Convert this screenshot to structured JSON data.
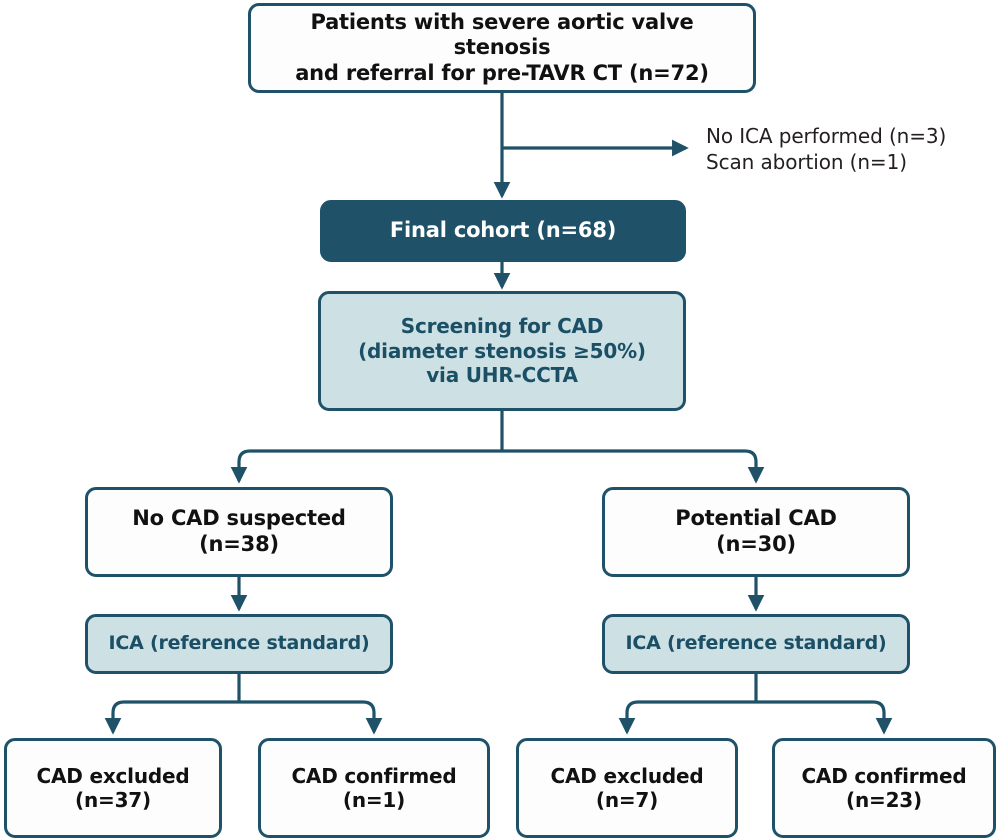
{
  "diagram": {
    "title": "Patient flow diagram for pre-TAVR CT CAD screening study",
    "colors": {
      "stroke": "#1f5268",
      "dark_fill": "#1f5268",
      "light_fill": "#cde0e4",
      "white_fill": "#fdfdfd",
      "dark_text": "#1b4f65",
      "black_text": "#111111",
      "white_text": "#ffffff"
    },
    "nodes": {
      "source": {
        "lines": [
          "Patients with severe aortic valve stenosis",
          "and referral for pre-TAVR CT (n=72)"
        ]
      },
      "cohort": {
        "lines": [
          "Final cohort (n=68)"
        ]
      },
      "screening": {
        "lines": [
          "Screening for CAD",
          "(diameter stenosis ≥50%)",
          "via UHR-CCTA"
        ]
      },
      "no_cad_suspected": {
        "lines": [
          "No CAD suspected",
          "(n=38)"
        ]
      },
      "potential_cad": {
        "lines": [
          "Potential CAD",
          "(n=30)"
        ]
      },
      "ica_left": {
        "lines": [
          "ICA (reference standard)"
        ]
      },
      "ica_right": {
        "lines": [
          "ICA (reference standard)"
        ]
      },
      "outcome_1": {
        "lines": [
          "CAD excluded",
          "(n=37)"
        ]
      },
      "outcome_2": {
        "lines": [
          "CAD confirmed",
          "(n=1)"
        ]
      },
      "outcome_3": {
        "lines": [
          "CAD excluded",
          "(n=7)"
        ]
      },
      "outcome_4": {
        "lines": [
          "CAD confirmed",
          "(n=23)"
        ]
      }
    },
    "annotations": {
      "exclusions": {
        "lines": [
          "No ICA performed (n=3)",
          "Scan abortion (n=1)"
        ]
      }
    }
  }
}
